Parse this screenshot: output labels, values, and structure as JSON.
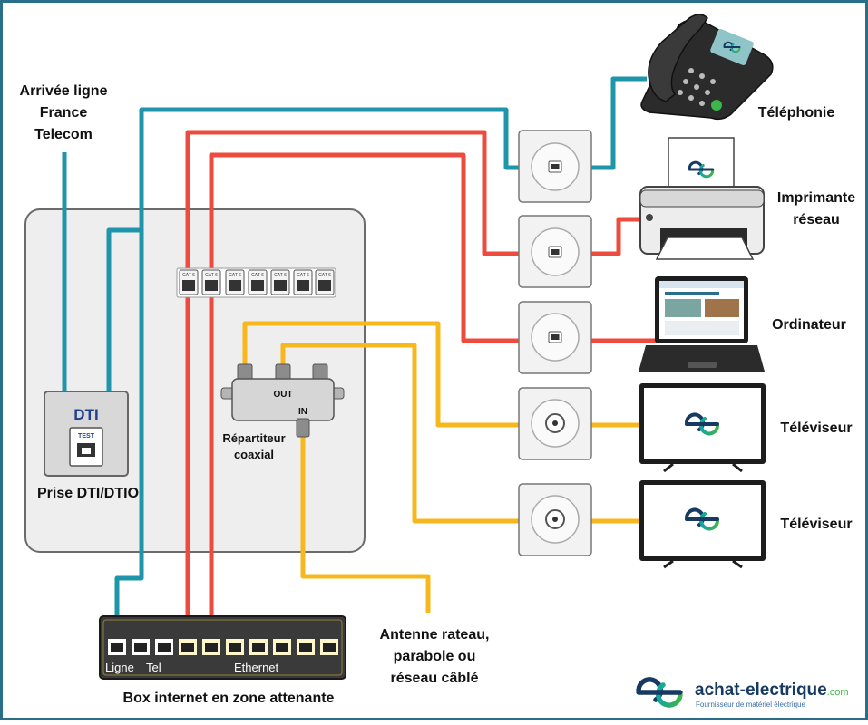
{
  "labels": {
    "arrivee_line1": "Arrivée ligne",
    "arrivee_line2": "France",
    "arrivee_line3": "Telecom",
    "dti_title": "DTI",
    "dti_test": "TEST",
    "dti_caption": "Prise DTI/DTIO",
    "patch_port_label": "CAT 6",
    "splitter_out": "OUT",
    "splitter_in": "IN",
    "splitter_caption_line1": "Répartiteur",
    "splitter_caption_line2": "coaxial",
    "telephonie": "Téléphonie",
    "imprimante_line1": "Imprimante",
    "imprimante_line2": "réseau",
    "ordinateur": "Ordinateur",
    "televiseur_1": "Téléviseur",
    "televiseur_2": "Téléviseur",
    "antenne_line1": "Antenne rateau,",
    "antenne_line2": "parabole ou",
    "antenne_line3": "réseau câblé",
    "box_port_ligne": "Ligne",
    "box_port_tel": "Tel",
    "box_port_ethernet": "Ethernet",
    "box_caption": "Box internet en zone attenante"
  },
  "brand": {
    "name": "achat-electrique",
    "tld": ".com",
    "tagline": "Fournisseur de matériel électrique"
  },
  "colors": {
    "frame": "#2a6f8a",
    "telephone_cable": "#1e95aa",
    "ethernet_cable": "#ee4b3f",
    "coax_cable": "#f6b81c",
    "panel": "#eeeeee",
    "brand_dark": "#173a63",
    "brand_teal": "#12a6a0",
    "brand_green": "#3db54a"
  }
}
